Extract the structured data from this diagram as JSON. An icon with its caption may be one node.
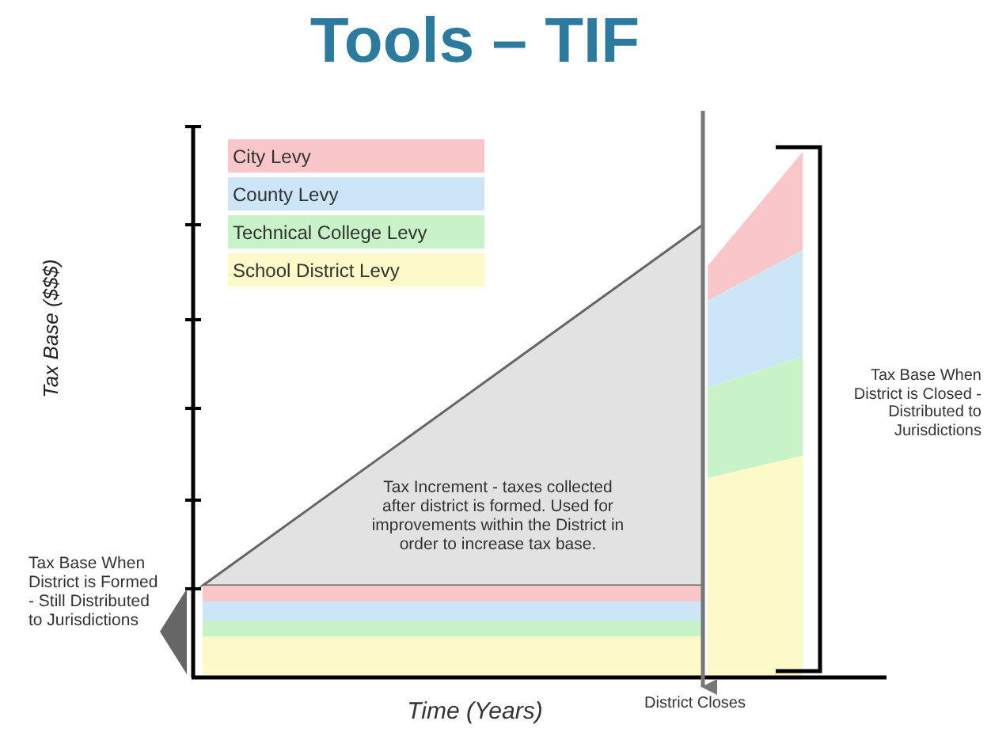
{
  "diagram": {
    "title": "Tools – TIF",
    "labels": [
      "Tax Base ($$$)",
      "Tax Increment - taxes collected after district is formed. Used for improvements within the District in order to increase tax base.",
      "Tax Base When District is Closed - Distributed to Jurisdictions",
      "Tax Base When District is Formed - Still Distributed to Jurisdictions",
      "Time (Years)",
      "District Closes"
    ],
    "legend": [
      {
        "text": "City Levy",
        "color": "#f9c6c9"
      },
      {
        "text": "County Levy",
        "color": "#cce6f8"
      },
      {
        "text": "Technical College Levy",
        "color": "#c8f2c8"
      },
      {
        "text": "School District Levy",
        "color": "#fdf9c9"
      }
    ]
  }
}
